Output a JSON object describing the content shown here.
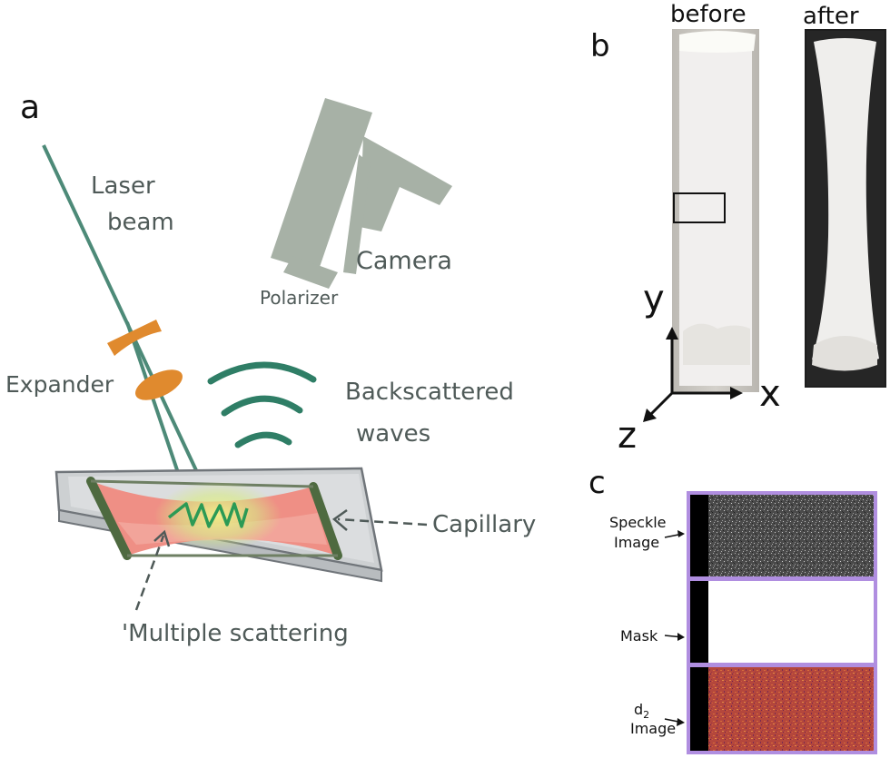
{
  "panel_a": {
    "letter": "a",
    "laser_label_line1": "Laser",
    "laser_label_line2": "beam",
    "camera_label": "Camera",
    "polarizer_label": "Polarizer",
    "expander_label": "Expander",
    "backscatter_line1": "Backscattered",
    "backscatter_line2": "waves",
    "capillary_label": "Capillary",
    "multiple_label": "'Multiple scattering",
    "colors": {
      "beam": "#4d8a78",
      "camera": "#a7b1a6",
      "lens": "#e08a2e",
      "waves": "#2f7e66",
      "capillary_red": "#ef8f85",
      "capillary_edge": "#4e6a40"
    }
  },
  "panel_b": {
    "letter": "b",
    "before_label": "before",
    "after_label": "after",
    "axis_y": "y",
    "axis_x": "x",
    "axis_z": "z"
  },
  "panel_c": {
    "letter": "c",
    "speckle_line1": "Speckle",
    "speckle_line2": "Image",
    "mask_label": "Mask",
    "d2_main": "d",
    "d2_sub": "2",
    "d2_line2": "Image",
    "colors": {
      "frame": "#b08ee0",
      "speckle": "#555555",
      "d2": "#b44b3e"
    }
  }
}
